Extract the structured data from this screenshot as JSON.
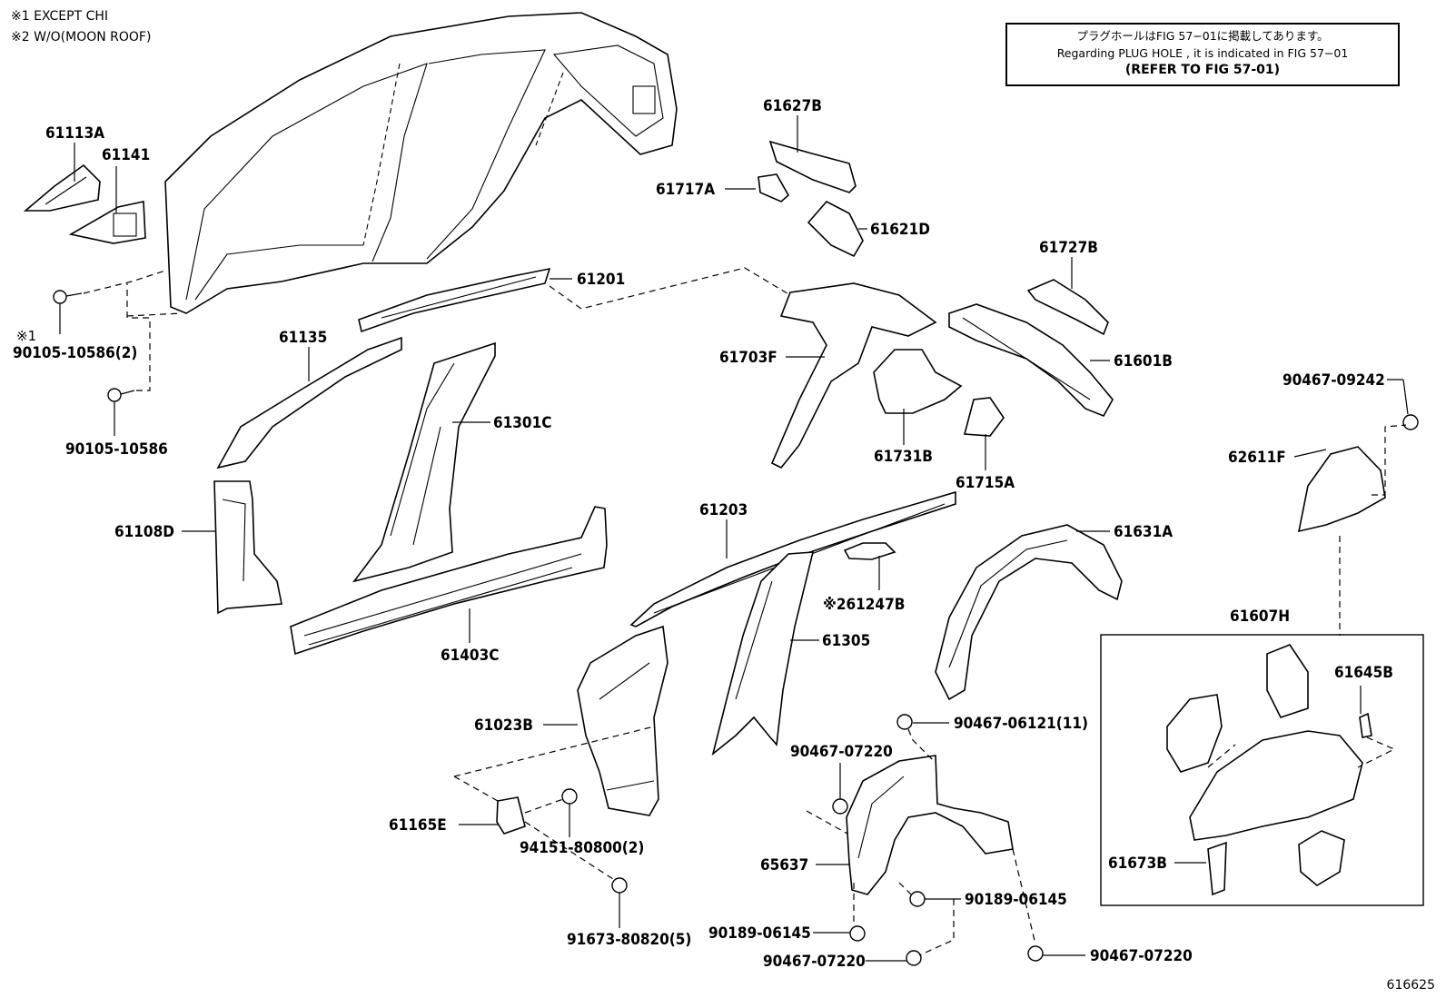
{
  "notes": {
    "note1": "※1 EXCEPT CHI",
    "note2": "※2 W/O(MOON ROOF)"
  },
  "reference_box": {
    "line1": "プラグホールはFIG 57−01に掲載してあります。",
    "line2": "Regarding  PLUG  HOLE , it is indicated in  FIG  57−01",
    "line3": "(REFER TO FIG 57-01)"
  },
  "figure_number": "616625",
  "labels": {
    "p61113A": "61113A",
    "p61141": "61141",
    "p90105_10586_2": "90105-10586(2)",
    "p90105_10586": "90105-10586",
    "note_mark1": "※1",
    "p61135": "61135",
    "p61201": "61201",
    "p61301C": "61301C",
    "p61108D": "61108D",
    "p61403C": "61403C",
    "p61627B": "61627B",
    "p61717A": "61717A",
    "p61621D": "61621D",
    "p61727B": "61727B",
    "p61703F": "61703F",
    "p61601B": "61601B",
    "p61731B": "61731B",
    "p61715A": "61715A",
    "p90467_09242": "90467-09242",
    "p62611F": "62611F",
    "p61203": "61203",
    "p61631A": "61631A",
    "p61247B": "※261247B",
    "p61305": "61305",
    "p61607H": "61607H",
    "p61645B": "61645B",
    "p61023B": "61023B",
    "p90467_06121": "90467-06121(11)",
    "p90467_07220_a": "90467-07220",
    "p61165E": "61165E",
    "p94151": "94151-80800(2)",
    "p65637": "65637",
    "p90189_06145_a": "90189-06145",
    "p90189_06145_b": "90189-06145",
    "p61673B": "61673B",
    "p91673": "91673-80820(5)",
    "p90467_07220_b": "90467-07220",
    "p90467_07220_c": "90467-07220"
  }
}
